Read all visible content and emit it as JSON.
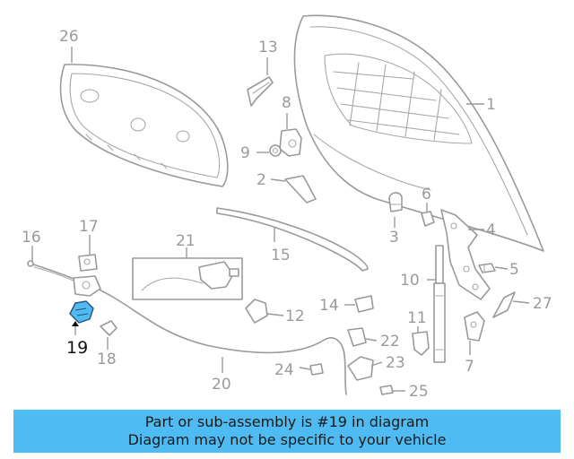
{
  "diagram": {
    "highlight_color": "#4ebcf3",
    "line_color": "#9a9a9a",
    "callouts": [
      "1",
      "2",
      "3",
      "4",
      "5",
      "6",
      "7",
      "8",
      "9",
      "10",
      "11",
      "12",
      "13",
      "14",
      "15",
      "16",
      "17",
      "18",
      "19",
      "20",
      "21",
      "22",
      "23",
      "24",
      "25",
      "26",
      "27"
    ],
    "highlighted_callout": "19"
  },
  "banner": {
    "line1": "Part or sub-assembly is #19 in diagram",
    "line2": "Diagram may not be specific to your vehicle"
  }
}
